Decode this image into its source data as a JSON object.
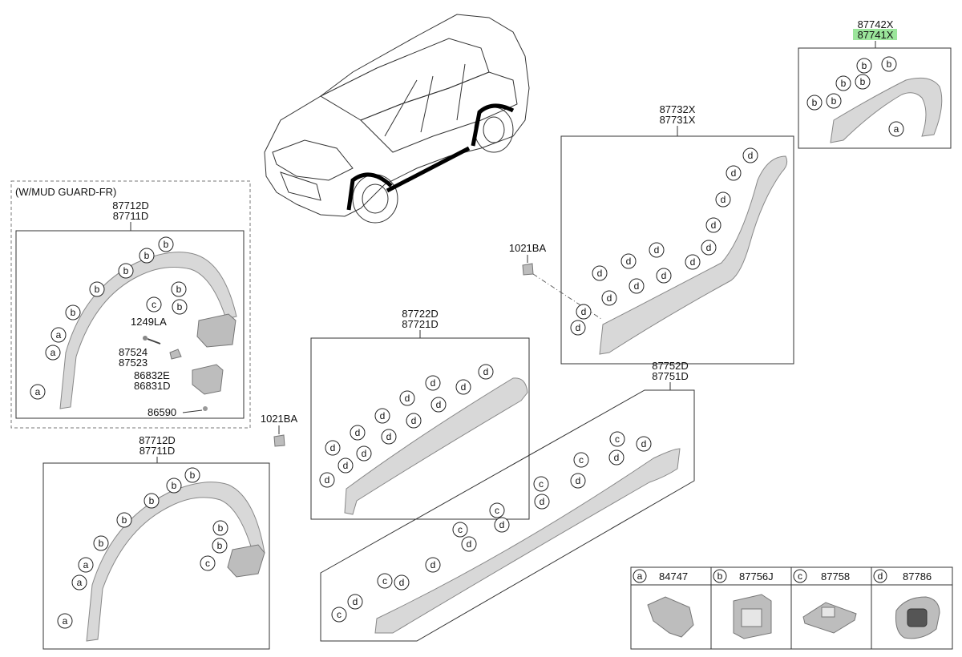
{
  "mud_guard_note": "(W/MUD GUARD-FR)",
  "groups": {
    "front_arch_mud": {
      "line1": "87712D",
      "line2": "87711D"
    },
    "front_arch": {
      "line1": "87712D",
      "line2": "87711D"
    },
    "front_door": {
      "line1": "87722D",
      "line2": "87721D"
    },
    "rear_door": {
      "line1": "87732X",
      "line2": "87731X"
    },
    "rear_arch": {
      "line1": "87742X",
      "line2": "87741X"
    },
    "side_sill": {
      "line1": "87752D",
      "line2": "87751D"
    }
  },
  "highlight_color": "#9be59b",
  "parts": {
    "screw": "1249LA",
    "bracket_l1": "87524",
    "bracket_l2": "87523",
    "mudguard_l1": "86832E",
    "mudguard_l2": "86831D",
    "clip_bottom": "86590",
    "fastener_1": "1021BA",
    "fastener_2": "1021BA"
  },
  "legend": [
    {
      "letter": "a",
      "part": "84747"
    },
    {
      "letter": "b",
      "part": "87756J"
    },
    {
      "letter": "c",
      "part": "87758"
    },
    {
      "letter": "d",
      "part": "87786"
    }
  ]
}
